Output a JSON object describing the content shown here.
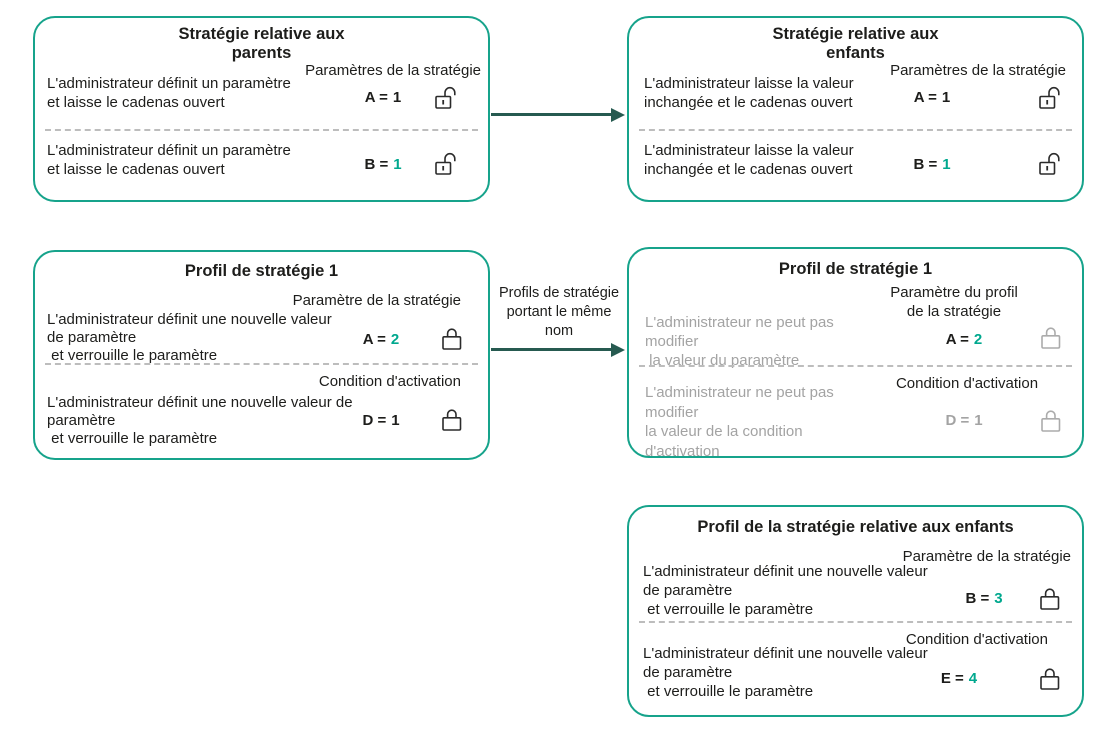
{
  "colors": {
    "box_border": "#16a38b",
    "arrow": "#265a50",
    "accent_value": "#00a88e",
    "text": "#1d1d1b",
    "muted_text": "#a3a3a3"
  },
  "icons": {
    "open_lock": "open-lock-icon",
    "closed_lock": "closed-lock-icon",
    "arrow_right": "arrow-right-icon"
  },
  "arrows": {
    "middle_label": "Profils de stratégie\nportant le même\nnom"
  },
  "boxes": {
    "parent": {
      "title": "Stratégie relative aux\nparents",
      "sections": [
        {
          "subtitle": "Paramètres de la stratégie",
          "desc": "L'administrateur définit un paramètre\net laisse le cadenas ouvert",
          "param": "A =",
          "value": "1",
          "accent": false,
          "desc_muted": false,
          "value_muted": false,
          "lock_muted": false,
          "lock": "open"
        },
        {
          "subtitle": "",
          "desc": "L'administrateur définit un paramètre\net laisse le cadenas ouvert",
          "param": "B =",
          "value": "1",
          "accent": true,
          "desc_muted": false,
          "value_muted": false,
          "lock_muted": false,
          "lock": "open"
        }
      ]
    },
    "child": {
      "title": "Stratégie relative aux\nenfants",
      "sections": [
        {
          "subtitle": "Paramètres de la stratégie",
          "desc": "L'administrateur laisse la valeur\ninchangée et le cadenas ouvert",
          "param": "A =",
          "value": "1",
          "accent": false,
          "desc_muted": false,
          "value_muted": false,
          "lock_muted": false,
          "lock": "open"
        },
        {
          "subtitle": "",
          "desc": "L'administrateur laisse la valeur\ninchangée et le cadenas ouvert",
          "param": "B =",
          "value": "1",
          "accent": true,
          "desc_muted": false,
          "value_muted": false,
          "lock_muted": false,
          "lock": "open"
        }
      ]
    },
    "profile1": {
      "title": "Profil de stratégie 1",
      "sections": [
        {
          "subtitle": "Paramètre de la stratégie",
          "desc": "L'administrateur définit une nouvelle valeur\nde paramètre\n et verrouille le paramètre",
          "param": "A =",
          "value": "2",
          "accent": true,
          "desc_muted": false,
          "value_muted": false,
          "lock_muted": false,
          "lock": "closed"
        },
        {
          "subtitle": "Condition d'activation",
          "desc": "L'administrateur définit une nouvelle valeur de\nparamètre\n et verrouille le paramètre",
          "param": "D =",
          "value": "1",
          "accent": false,
          "desc_muted": false,
          "value_muted": false,
          "lock_muted": false,
          "lock": "closed"
        }
      ]
    },
    "profile1_child": {
      "title": "Profil de stratégie 1",
      "sections": [
        {
          "subtitle": "Paramètre du profil\nde la stratégie",
          "desc": "L'administrateur ne peut pas\nmodifier\n la valeur du paramètre",
          "param": "A =",
          "value": "2",
          "accent": true,
          "desc_muted": true,
          "value_muted": false,
          "lock_muted": true,
          "lock": "closed"
        },
        {
          "subtitle": "Condition d'activation",
          "desc": "L'administrateur ne peut pas\nmodifier\nla valeur de la condition\nd'activation",
          "param": "D =",
          "value": "1",
          "accent": false,
          "desc_muted": true,
          "value_muted": true,
          "lock_muted": true,
          "lock": "closed"
        }
      ]
    },
    "child_profile": {
      "title": "Profil de la stratégie relative aux enfants",
      "sections": [
        {
          "subtitle": "Paramètre de la stratégie",
          "desc": "L'administrateur définit une nouvelle valeur\nde paramètre\n et verrouille le paramètre",
          "param": "B =",
          "value": "3",
          "accent": true,
          "desc_muted": false,
          "value_muted": false,
          "lock_muted": false,
          "lock": "closed"
        },
        {
          "subtitle": "Condition d'activation",
          "desc": "L'administrateur définit une nouvelle valeur\nde paramètre\n et verrouille le paramètre",
          "param": "E =",
          "value": "4",
          "accent": true,
          "desc_muted": false,
          "value_muted": false,
          "lock_muted": false,
          "lock": "closed"
        }
      ]
    }
  }
}
